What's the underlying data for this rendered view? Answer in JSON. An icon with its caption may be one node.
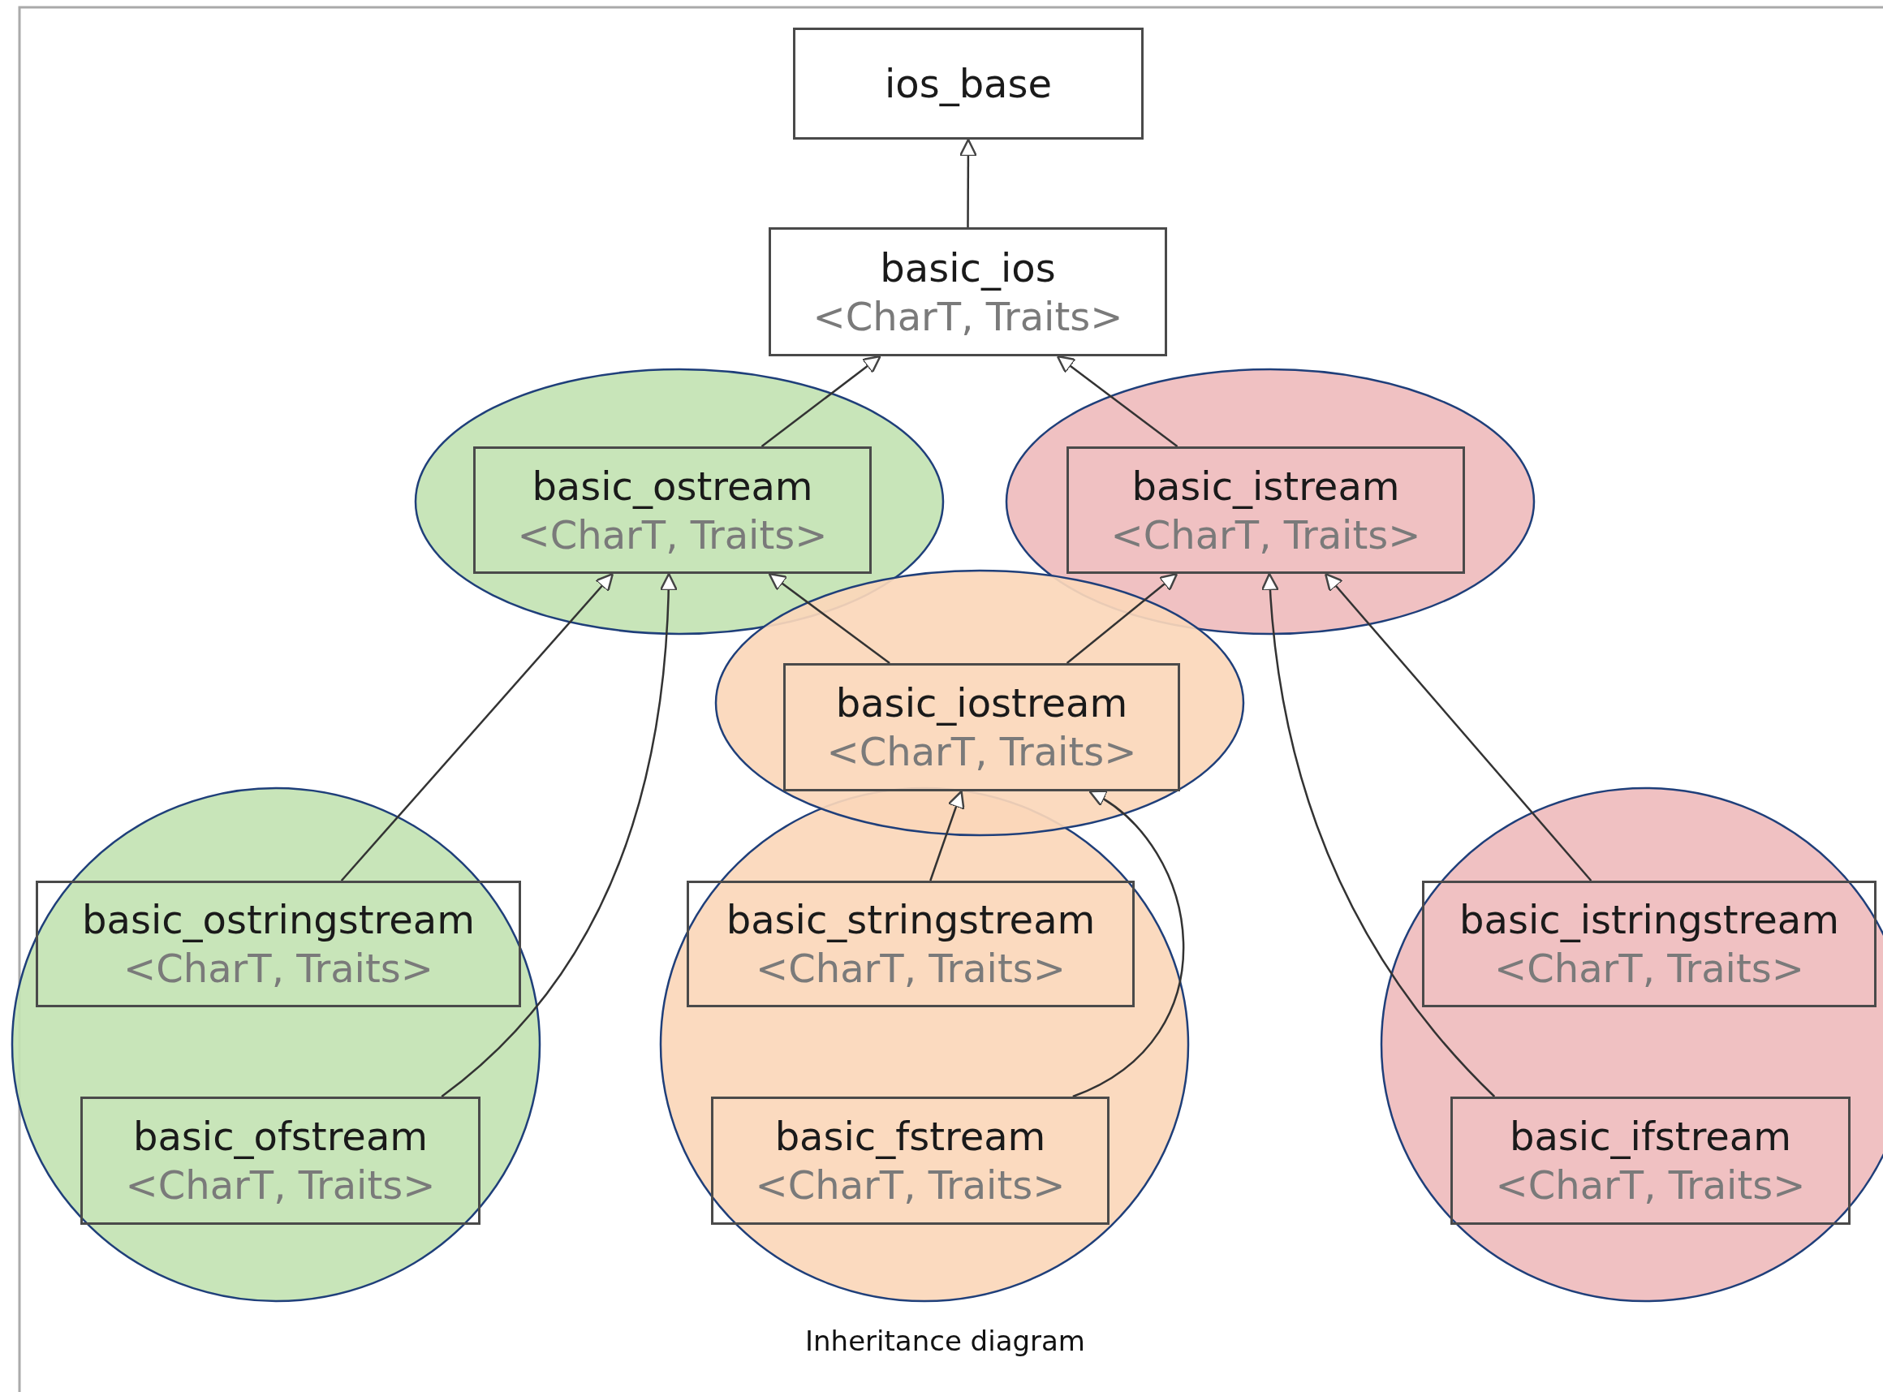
{
  "diagram": {
    "caption": "Inheritance diagram",
    "nodes": [
      {
        "text": [
          "ios_base"
        ]
      },
      {
        "text": [
          "basic_ios",
          "<CharT, Traits>"
        ]
      },
      {
        "text": [
          "basic_ostream",
          "<CharT, Traits>"
        ]
      },
      {
        "text": [
          "basic_istream",
          "<CharT, Traits>"
        ]
      },
      {
        "text": [
          "basic_iostream",
          "<CharT, Traits>"
        ]
      },
      {
        "text": [
          "basic_ostringstream",
          "<CharT, Traits>"
        ]
      },
      {
        "text": [
          "basic_stringstream",
          "<CharT, Traits>"
        ]
      },
      {
        "text": [
          "basic_istringstream",
          "<CharT, Traits>"
        ]
      },
      {
        "text": [
          "basic_ofstream",
          "<CharT, Traits>"
        ]
      },
      {
        "text": [
          "basic_fstream",
          "<CharT, Traits>"
        ]
      },
      {
        "text": [
          "basic_ifstream",
          "<CharT, Traits>"
        ]
      }
    ],
    "edges": [
      {
        "from": 1,
        "to": 0,
        "arrow": "to"
      },
      {
        "from": 2,
        "to": 1,
        "arrow": "to"
      },
      {
        "from": 3,
        "to": 1,
        "arrow": "to"
      },
      {
        "from": 4,
        "to": 2,
        "arrow": "to"
      },
      {
        "from": 4,
        "to": 3,
        "arrow": "to"
      },
      {
        "from": 5,
        "to": 2,
        "arrow": "to"
      },
      {
        "from": 8,
        "to": 2,
        "arrow": "to"
      },
      {
        "from": 6,
        "to": 4,
        "arrow": "to"
      },
      {
        "from": 9,
        "to": 4,
        "arrow": "to"
      },
      {
        "from": 7,
        "to": 3,
        "arrow": "to"
      },
      {
        "from": 10,
        "to": 3,
        "arrow": "to"
      }
    ]
  }
}
